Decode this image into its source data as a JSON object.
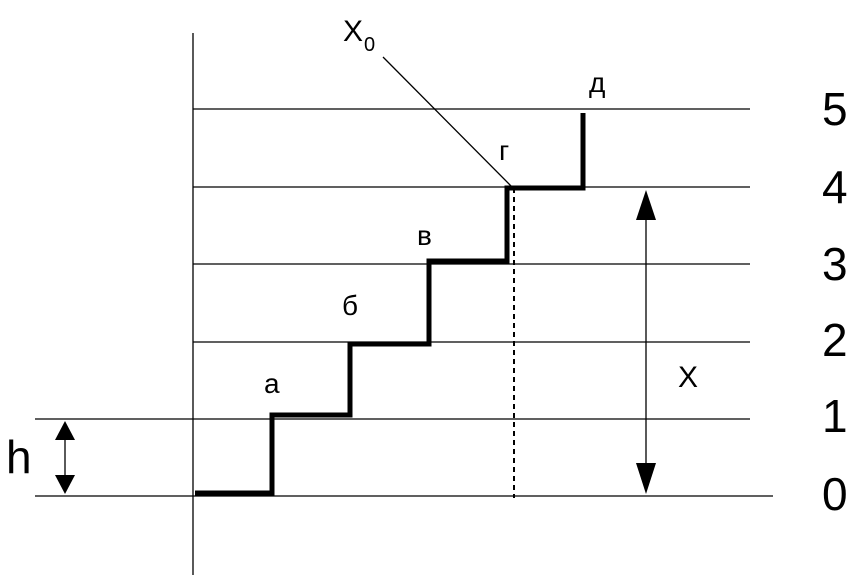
{
  "labels": {
    "x0": "X",
    "x0_sub": "0",
    "point_a": "а",
    "point_b": "б",
    "point_v": "в",
    "point_g": "г",
    "point_d": "д",
    "x": "X",
    "h": "h"
  },
  "levels": [
    "0",
    "1",
    "2",
    "3",
    "4",
    "5"
  ]
}
